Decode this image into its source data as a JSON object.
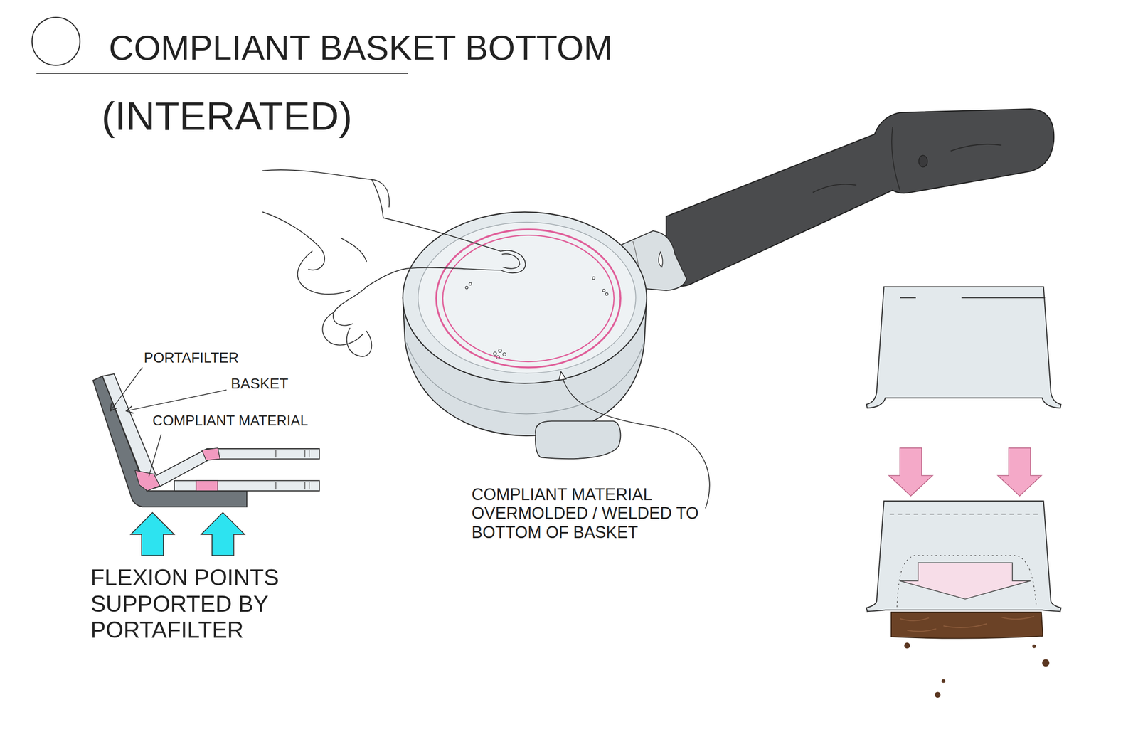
{
  "diagram": {
    "title": "COMPLIANT BASKET BOTTOM",
    "labels": [
      "(INTERATED)",
      "PORTAFILTER",
      "BASKET",
      "COMPLIANT MATERIAL",
      "FLEXION POINTS SUPPORTED BY PORTAFILTER",
      "COMPLIANT MATERIAL OVERMOLDED / WELDED TO BOTTOM OF BASKET"
    ]
  }
}
